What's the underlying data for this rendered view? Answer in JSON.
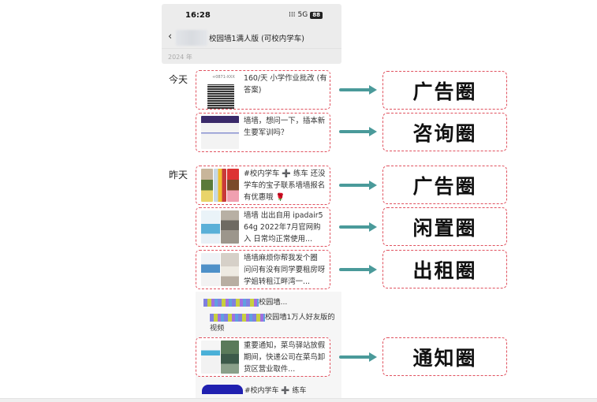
{
  "phone": {
    "status": {
      "time": "16:28",
      "signal": "5G",
      "battery": "88"
    },
    "nav": {
      "back_icon": "chevron-left-icon",
      "title": "校园墙1满人版 (可校内学车)"
    },
    "year": "2024 年"
  },
  "sections": [
    {
      "label": "今天"
    },
    {
      "label": "昨天"
    }
  ],
  "posts": [
    {
      "text": "160/天 小学作业批改 (有答案)",
      "category": "广告圈"
    },
    {
      "text": "墙墙，想问一下，插本新生要军训吗？",
      "category": "咨询圈"
    },
    {
      "text": "#校内学车 ➕ 练车 还没学车的宝子联系墙墙报名有优惠哦 🌹",
      "category": "广告圈"
    },
    {
      "text": "墙墙 出出自用 ipadair5 64g 2022年7月官网购入 日常均正常使用...",
      "category": "闲置圈"
    },
    {
      "text": "墙墙麻烦你帮我发个圈 问问有没有同学要租房呀 学姐转租江畔湾一...",
      "category": "出租圈"
    },
    {
      "text": "重要通知，菜鸟驿站放假期间，快递公司在菜鸟卸货区营业取件...",
      "category": "通知圈"
    }
  ],
  "share": {
    "line1": "校园墙...",
    "line2": "校园墙1万人好友版的视频"
  },
  "next_post": {
    "text": "#校内学车 ➕ 练车"
  },
  "colors": {
    "dashed_border": "#e0525f",
    "arrow": "#4a9a9a",
    "header_bg": "#ececec"
  }
}
